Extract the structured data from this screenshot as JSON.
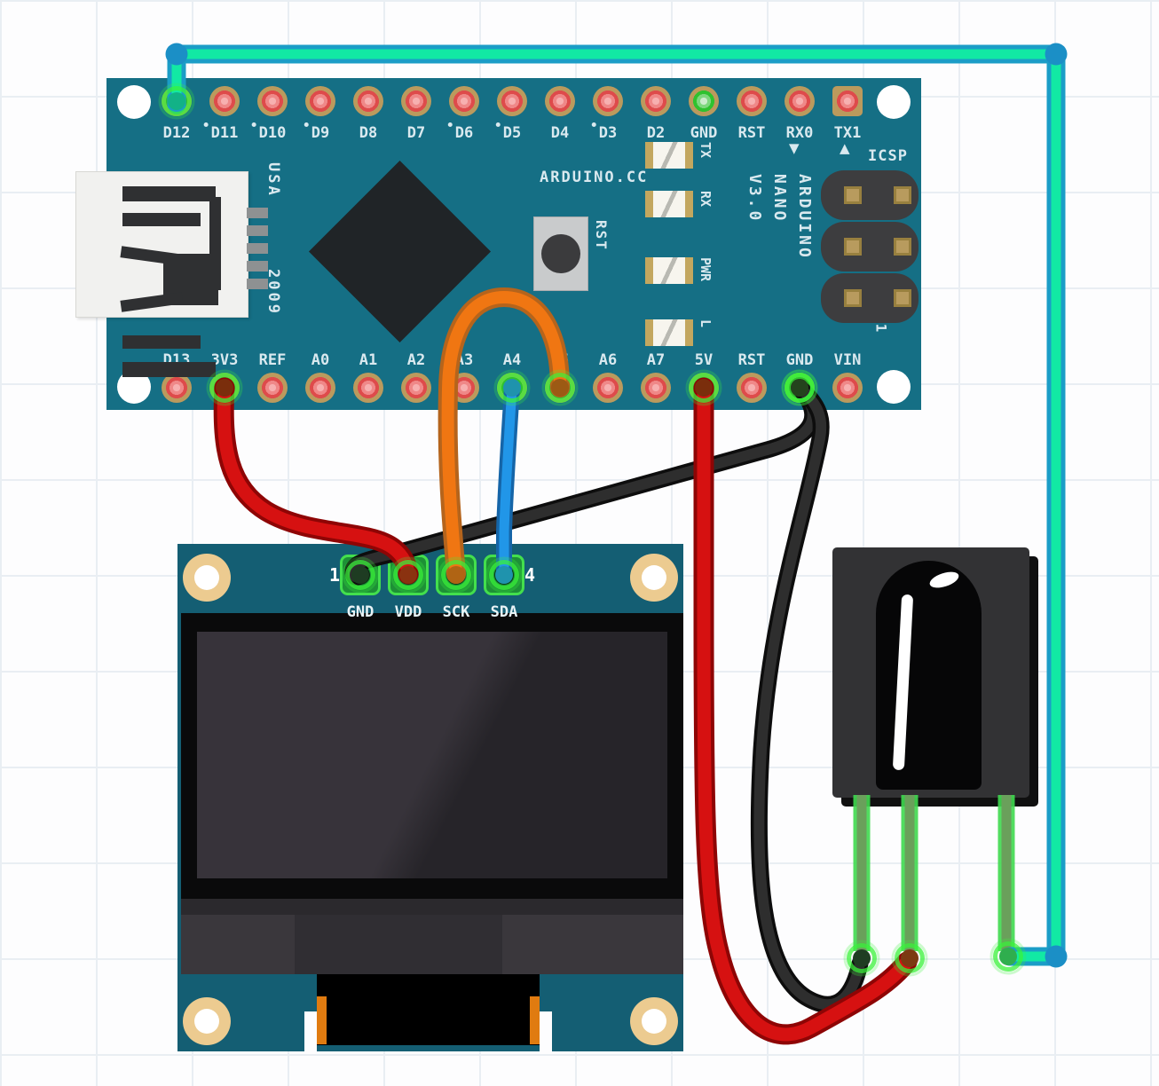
{
  "arduino": {
    "board_color": "#156f85",
    "texts": {
      "brand": "ARDUINO.CC",
      "usa": "USA",
      "year": "2009",
      "model": [
        "ARDUINO",
        "NANO",
        "V3.0"
      ],
      "icsp": "ICSP",
      "icsp_pin1": "1",
      "rst": "RST",
      "rx_arrow": "▼",
      "tx_arrow": "▲"
    },
    "leds": [
      {
        "label": "TX"
      },
      {
        "label": "RX"
      },
      {
        "label": "PWR"
      },
      {
        "label": "L"
      }
    ],
    "top_pins": [
      {
        "label": "D12",
        "state": "connected"
      },
      {
        "label": "D11",
        "pwm": true
      },
      {
        "label": "D10",
        "pwm": true
      },
      {
        "label": "D9",
        "pwm": true
      },
      {
        "label": "D8"
      },
      {
        "label": "D7"
      },
      {
        "label": "D6",
        "pwm": true
      },
      {
        "label": "D5",
        "pwm": true
      },
      {
        "label": "D4"
      },
      {
        "label": "D3",
        "pwm": true
      },
      {
        "label": "D2"
      },
      {
        "label": "GND",
        "state": "connected"
      },
      {
        "label": "RST"
      },
      {
        "label": "RX0"
      },
      {
        "label": "TX1",
        "square": true
      }
    ],
    "bottom_pins": [
      {
        "label": "D13"
      },
      {
        "label": "3V3",
        "state": "connected"
      },
      {
        "label": "REF"
      },
      {
        "label": "A0"
      },
      {
        "label": "A1"
      },
      {
        "label": "A2"
      },
      {
        "label": "A3"
      },
      {
        "label": "A4",
        "state": "connected"
      },
      {
        "label": "A5",
        "state": "connected"
      },
      {
        "label": "A6"
      },
      {
        "label": "A7"
      },
      {
        "label": "5V",
        "state": "connected"
      },
      {
        "label": "RST"
      },
      {
        "label": "GND",
        "state": "connected"
      },
      {
        "label": "VIN"
      }
    ]
  },
  "oled": {
    "pins": [
      {
        "pin_number": "1",
        "label": "GND"
      },
      {
        "label": "VDD"
      },
      {
        "label": "SCK"
      },
      {
        "pin_number": "4",
        "label": "SDA"
      }
    ]
  },
  "ir_receiver": {
    "leg_count": 3
  },
  "wires": [
    {
      "id": "black_oled",
      "from": "arduino-gnd-bottom",
      "to": "oled-gnd",
      "core": "#2e2e2e",
      "edge": "#0d0d0d",
      "caps": [
        "#24431d",
        "#1e3c22"
      ]
    },
    {
      "id": "red_3v3",
      "from": "arduino-3v3",
      "to": "oled-vdd",
      "core": "#d61111",
      "edge": "#8e0505",
      "caps": [
        "#7a2e0c",
        "#8a3210"
      ]
    },
    {
      "id": "black_ir",
      "from": "arduino-gnd-bottom",
      "to": "ir-leg-1",
      "core": "#2e2e2e",
      "edge": "#0d0d0d",
      "caps": [
        "#24431d",
        "#1f3d22"
      ]
    },
    {
      "id": "red_5v",
      "from": "arduino-5v",
      "to": "ir-leg-2",
      "core": "#d61111",
      "edge": "#8e0505",
      "caps": [
        "#7a2e0c",
        "#7c3a12"
      ]
    },
    {
      "id": "orange_a5",
      "from": "arduino-a5",
      "to": "oled-sck",
      "core": "#f07612",
      "edge": "#b5641c",
      "caps": [
        "#9c5a14",
        "#b06414"
      ]
    },
    {
      "id": "blue_a4",
      "from": "arduino-a4",
      "to": "oled-sda",
      "core": "#2196e8",
      "edge": "#1565a8",
      "caps": [
        "#1f93ad",
        "#1f93ad"
      ]
    },
    {
      "id": "cyan_d12",
      "from": "arduino-d12",
      "to": "ir-leg-3",
      "core": "#12e9a4",
      "edge": "#1b9dc7",
      "caps": [
        "#12b287",
        "#2fae4e"
      ],
      "bend_dot_color": "#1b8fc6"
    }
  ]
}
